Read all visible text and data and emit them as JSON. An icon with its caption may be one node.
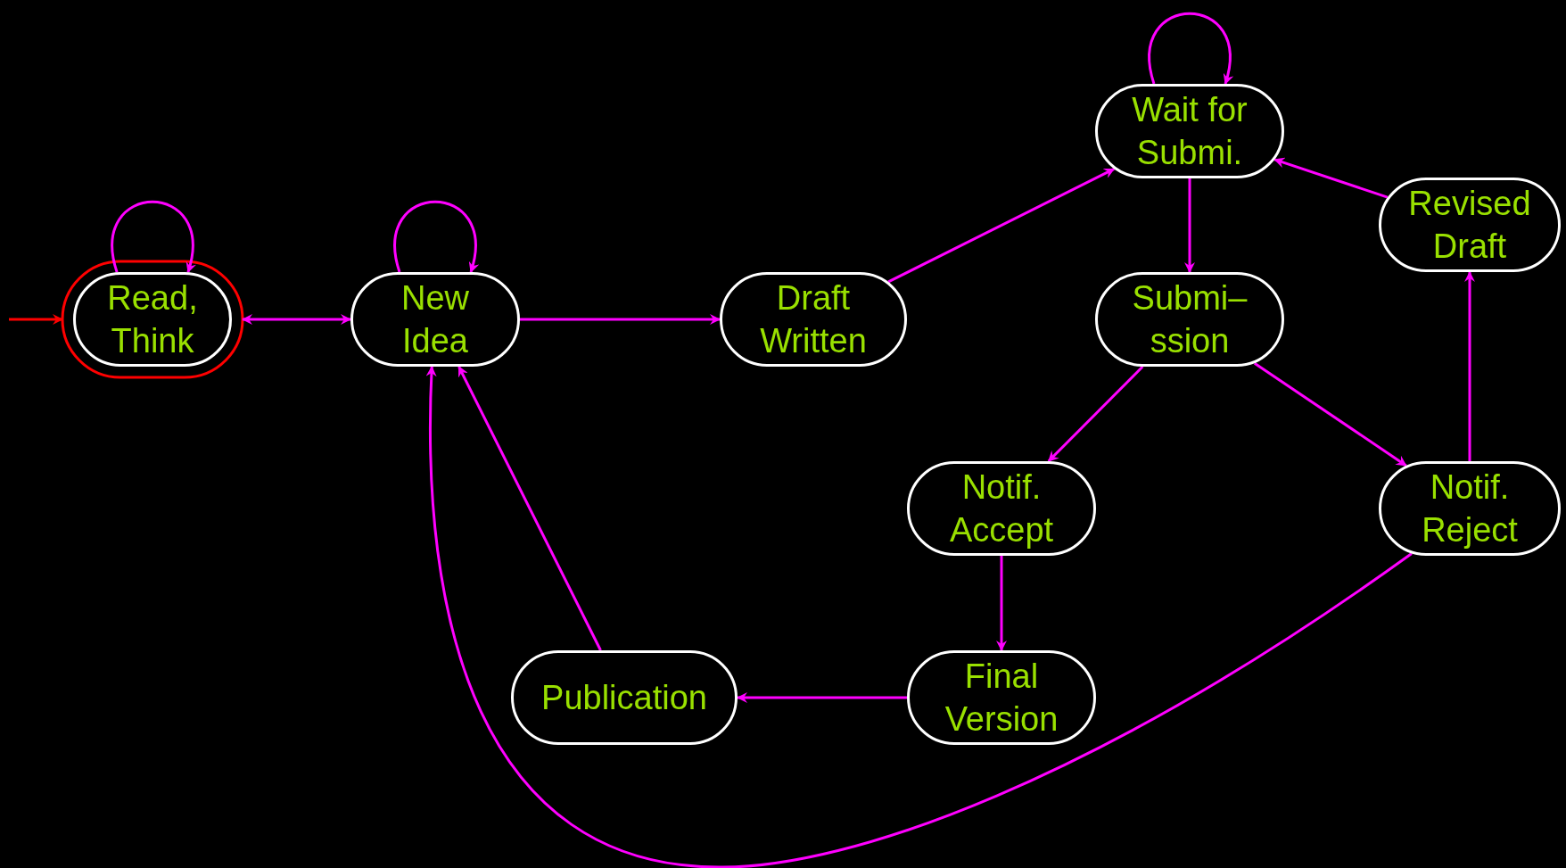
{
  "diagram": {
    "nodes": [
      {
        "text": [
          "Read, Think"
        ]
      },
      {
        "text": [
          "New Idea"
        ]
      },
      {
        "text": [
          "Draft Written"
        ]
      },
      {
        "text": [
          "Wait for Submi."
        ]
      },
      {
        "text": [
          "Revised Draft"
        ]
      },
      {
        "text": [
          "Submi–ssion"
        ]
      },
      {
        "text": [
          "Notif. Accept"
        ]
      },
      {
        "text": [
          "Notif. Reject"
        ]
      },
      {
        "text": [
          "Publication"
        ]
      },
      {
        "text": [
          "Final Version"
        ]
      }
    ],
    "edges": [
      {
        "from": null,
        "to": 0,
        "arrow": "to",
        "color": "#ff0000"
      },
      {
        "from": 0,
        "to": 0,
        "arrow": "to"
      },
      {
        "from": 1,
        "to": 1,
        "arrow": "to"
      },
      {
        "from": 3,
        "to": 3,
        "arrow": "to"
      },
      {
        "from": 0,
        "to": 1,
        "arrow": "both"
      },
      {
        "from": 1,
        "to": 2,
        "arrow": "to"
      },
      {
        "from": 2,
        "to": 3,
        "arrow": "to"
      },
      {
        "from": 3,
        "to": 5,
        "arrow": "to"
      },
      {
        "from": 4,
        "to": 3,
        "arrow": "to"
      },
      {
        "from": 5,
        "to": 6,
        "arrow": "to"
      },
      {
        "from": 5,
        "to": 7,
        "arrow": "to"
      },
      {
        "from": 7,
        "to": 4,
        "arrow": "to"
      },
      {
        "from": 6,
        "to": 9,
        "arrow": "to"
      },
      {
        "from": 9,
        "to": 8,
        "arrow": "to"
      },
      {
        "from": 8,
        "to": 1,
        "arrow": "to"
      },
      {
        "from": 7,
        "to": 1,
        "arrow": "to"
      }
    ]
  }
}
